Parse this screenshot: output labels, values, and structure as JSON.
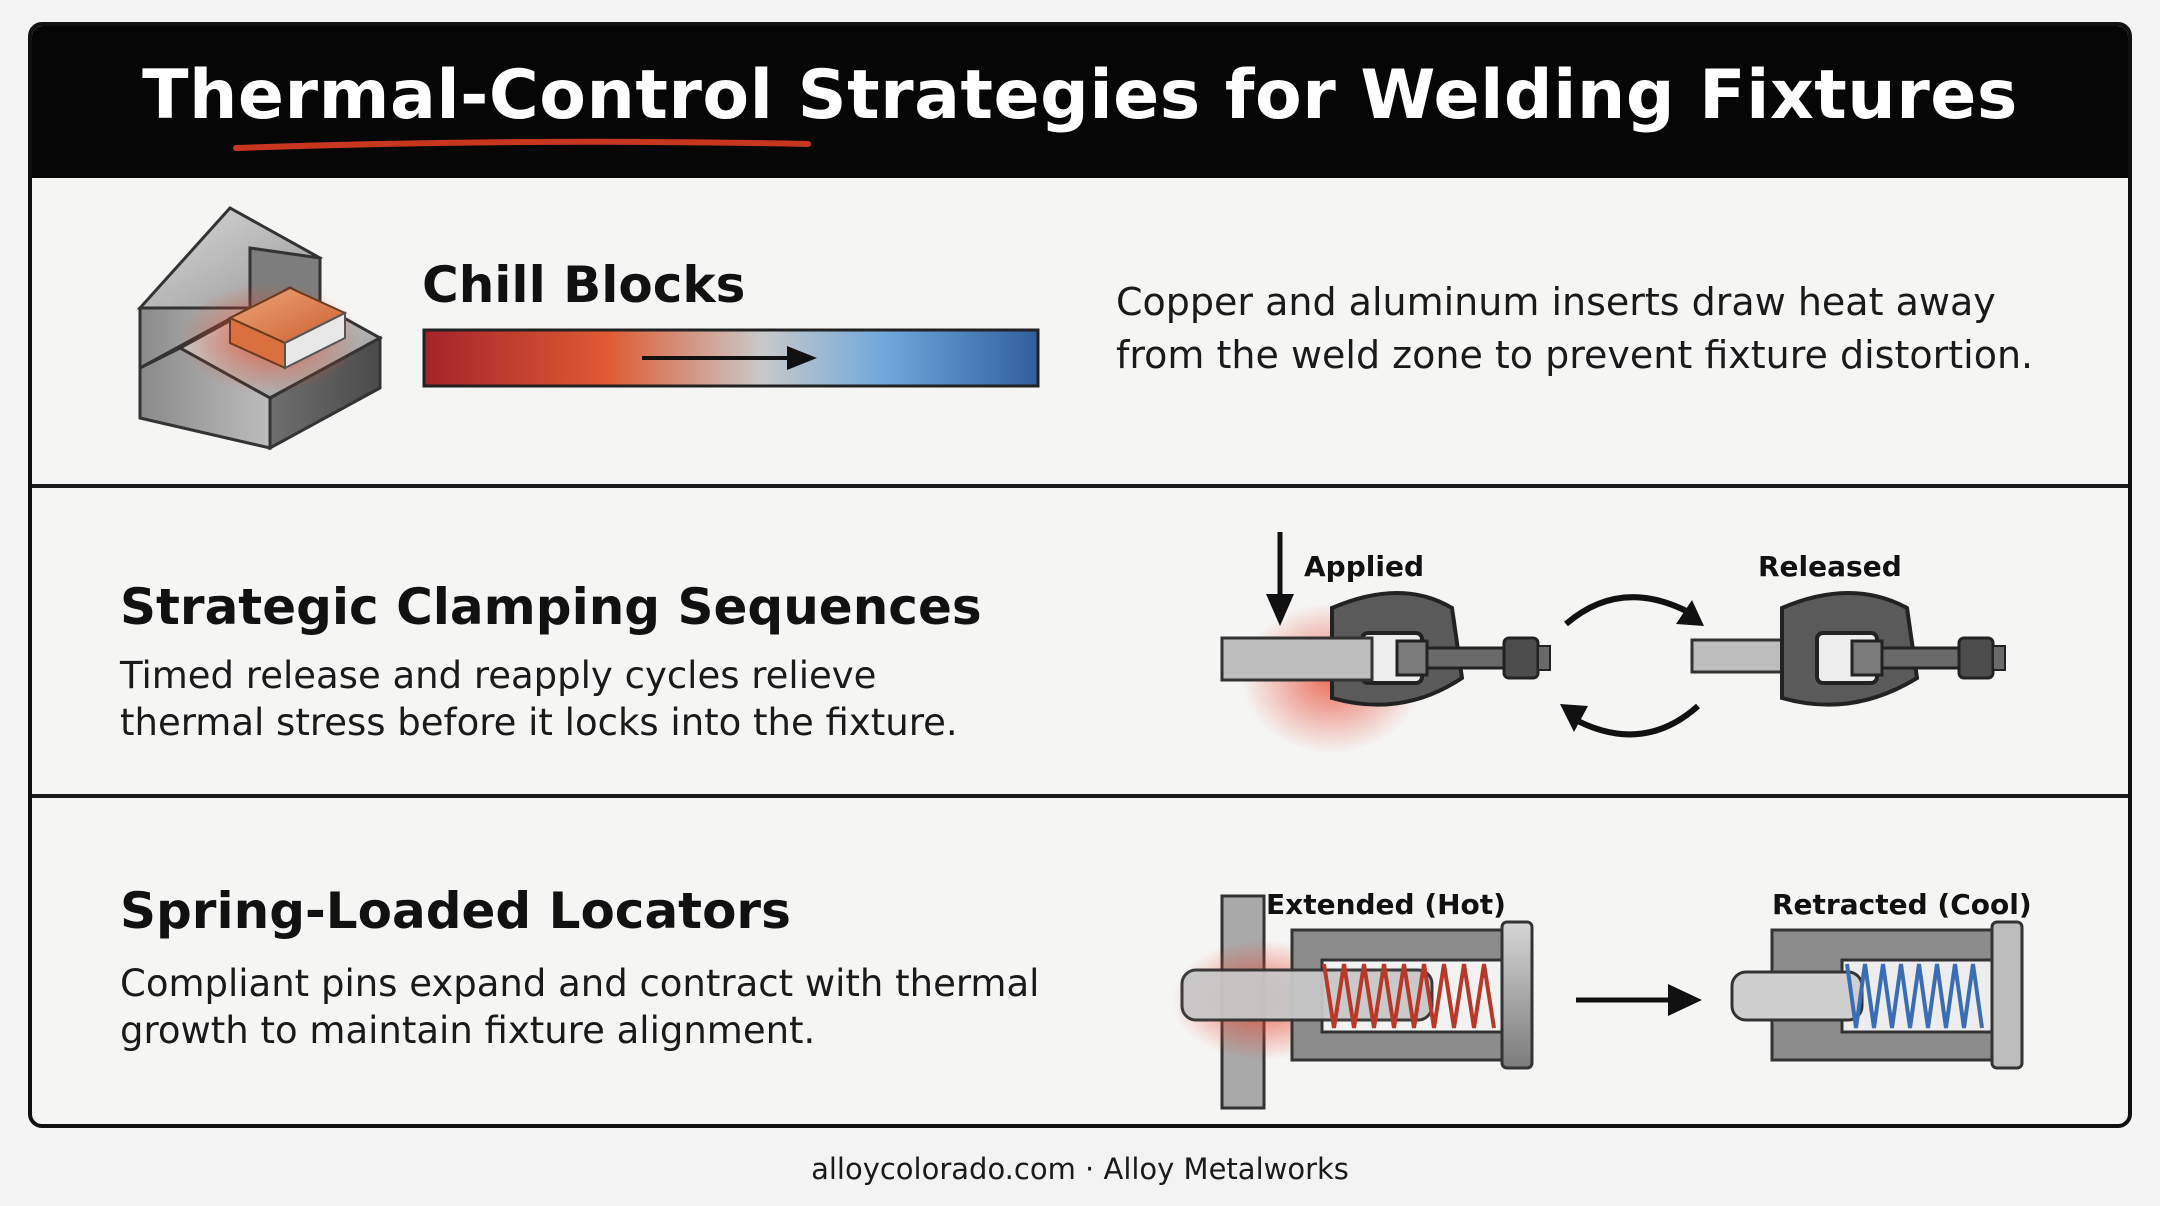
{
  "header": {
    "title": "Thermal-Control Strategies for Welding Fixtures"
  },
  "sections": [
    {
      "heading": "Chill Blocks",
      "description_lines": [
        "Copper and aluminum inserts draw heat away",
        "from the weld zone to prevent fixture distortion."
      ]
    },
    {
      "heading": "Strategic Clamping Sequences",
      "description_lines": [
        "Timed release and reapply cycles relieve",
        "thermal stress before it locks into the fixture."
      ],
      "state_labels": [
        "Applied",
        "Released"
      ]
    },
    {
      "heading": "Spring-Loaded Locators",
      "description_lines": [
        "Compliant pins expand and contract with thermal",
        "growth to maintain fixture alignment."
      ],
      "state_labels": [
        "Extended (Hot)",
        "Retracted (Cool)"
      ]
    }
  ],
  "footer": {
    "text": "alloycolorado.com · Alloy Metalworks"
  },
  "colors": {
    "hot": "#c0392b",
    "cool": "#3a6db5",
    "accent_underline": "#c8361e"
  },
  "icons": [
    "chill-block-icon",
    "heat-gradient-bar",
    "clamp-icon",
    "cycle-arrows-icon",
    "spring-locator-icon"
  ]
}
